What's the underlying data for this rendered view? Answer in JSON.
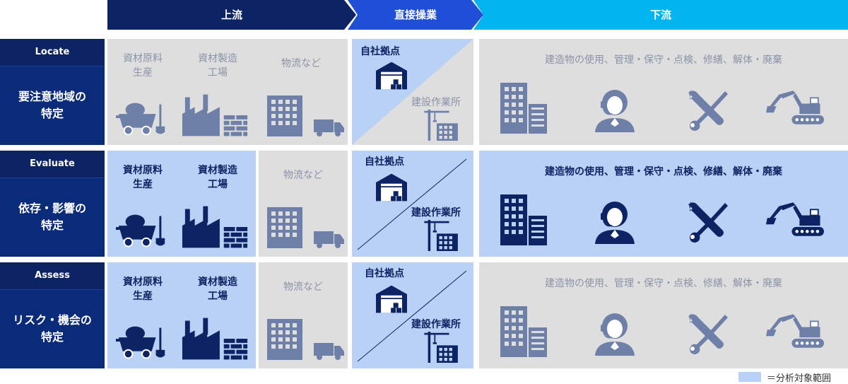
{
  "header": {
    "upstream": "上流",
    "direct": "直接操業",
    "downstream": "下流"
  },
  "rows": [
    {
      "tag": "Locate",
      "title": "要注意地域の\n特定"
    },
    {
      "tag": "Evaluate",
      "title": "依存・影響の\n特定"
    },
    {
      "tag": "Assess",
      "title": "リスク・機会の\n特定"
    }
  ],
  "labels": {
    "raw_material": "資材原料\n生産",
    "manufacturing": "資材製造\n工場",
    "logistics": "物流など",
    "own_site": "自社拠点",
    "construction_site": "建設作業所",
    "downstream_desc": "建造物の使用、管理・保守・点検、修繕、解体・廃棄"
  },
  "legend": {
    "text": "＝分析対象範囲"
  },
  "colors": {
    "navy": "#0c2364",
    "grey_cell": "#dedede",
    "blue_cell": "#b9d1f4",
    "icon_grey": "#6e7fa8",
    "icon_navy": "#0c2364",
    "arrow_dark": "#0c2364",
    "arrow_mid": "#1f4fd6",
    "arrow_light": "#00b5ef"
  }
}
